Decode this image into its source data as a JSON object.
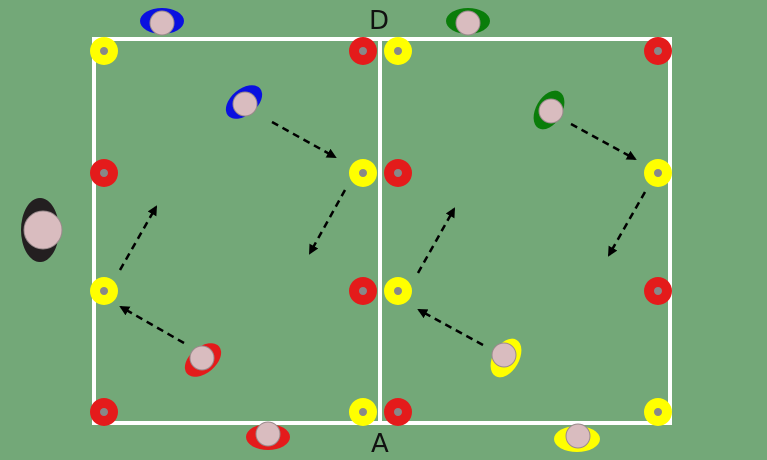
{
  "labels": {
    "top": "D",
    "bottom": "A"
  },
  "colors": {
    "field": "#73a878",
    "lines": "#ffffff",
    "cone_red": "#e41b1b",
    "cone_yellow": "#ffff00",
    "player_blue": "#0a10e0",
    "player_green": "#0a7d0a",
    "player_red": "#e41b1b",
    "player_yellow": "#ffff00",
    "player_black": "#231f20",
    "head": "#d9bcbf",
    "arrow": "#000000"
  },
  "cones": [
    {
      "zone": "left",
      "color": "yellow"
    },
    {
      "zone": "left",
      "color": "red"
    },
    {
      "zone": "left",
      "color": "red"
    },
    {
      "zone": "left",
      "color": "yellow"
    },
    {
      "zone": "left",
      "color": "yellow"
    },
    {
      "zone": "left",
      "color": "red"
    },
    {
      "zone": "left",
      "color": "red"
    },
    {
      "zone": "left",
      "color": "yellow"
    },
    {
      "zone": "right",
      "color": "yellow"
    },
    {
      "zone": "right",
      "color": "red"
    },
    {
      "zone": "right",
      "color": "red"
    },
    {
      "zone": "right",
      "color": "yellow"
    },
    {
      "zone": "right",
      "color": "yellow"
    },
    {
      "zone": "right",
      "color": "red"
    },
    {
      "zone": "right",
      "color": "red"
    },
    {
      "zone": "right",
      "color": "yellow"
    }
  ],
  "players": [
    {
      "team": "blue",
      "role": "outside"
    },
    {
      "team": "blue",
      "role": "inside"
    },
    {
      "team": "green",
      "role": "outside"
    },
    {
      "team": "green",
      "role": "inside"
    },
    {
      "team": "red",
      "role": "inside"
    },
    {
      "team": "red",
      "role": "outside"
    },
    {
      "team": "yellow",
      "role": "inside"
    },
    {
      "team": "yellow",
      "role": "outside"
    },
    {
      "team": "black",
      "role": "coach"
    }
  ]
}
